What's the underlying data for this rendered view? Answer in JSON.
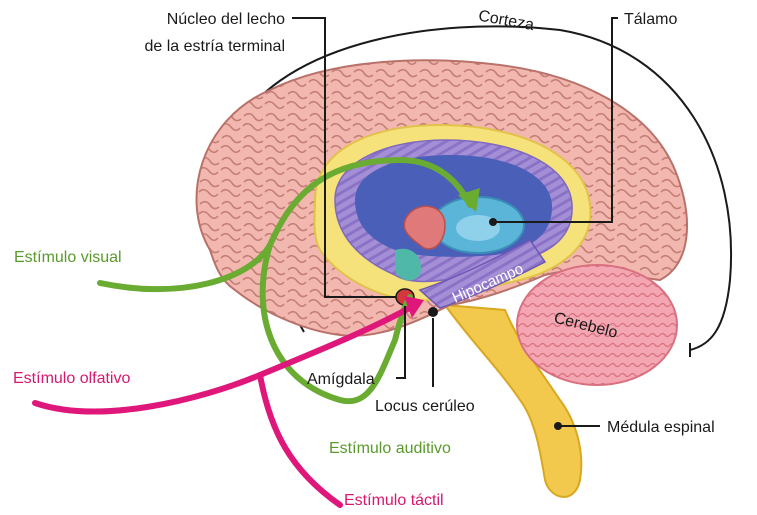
{
  "labels": {
    "bnst_line1": "Núcleo del lecho",
    "bnst_line2": "de la estría terminal",
    "cortex": "Corteza",
    "thalamus": "Tálamo",
    "hippocampus": "Hipocampo",
    "cerebellum": "Cerebelo",
    "amygdala": "Amígdala",
    "locus_coeruleus": "Locus cerúleo",
    "spinal_cord": "Médula espinal"
  },
  "stimuli": {
    "visual": "Estímulo visual",
    "olfactory": "Estímulo olfativo",
    "auditory": "Estímulo auditivo",
    "tactile": "Estímulo táctil"
  },
  "colors": {
    "visual_auditory": "#6aab32",
    "olfactory_tactile": "#e0177a",
    "cortex_fill": "#f2b8b0",
    "cortex_stroke": "#c07a72",
    "limbic_yellow": "#f6e27a",
    "ventricle_blue": "#4a5fb8",
    "hippocampus_purple": "#a48fd6",
    "cerebellum_pink": "#f4a7b2",
    "brainstem_yellow": "#f2c94c"
  }
}
